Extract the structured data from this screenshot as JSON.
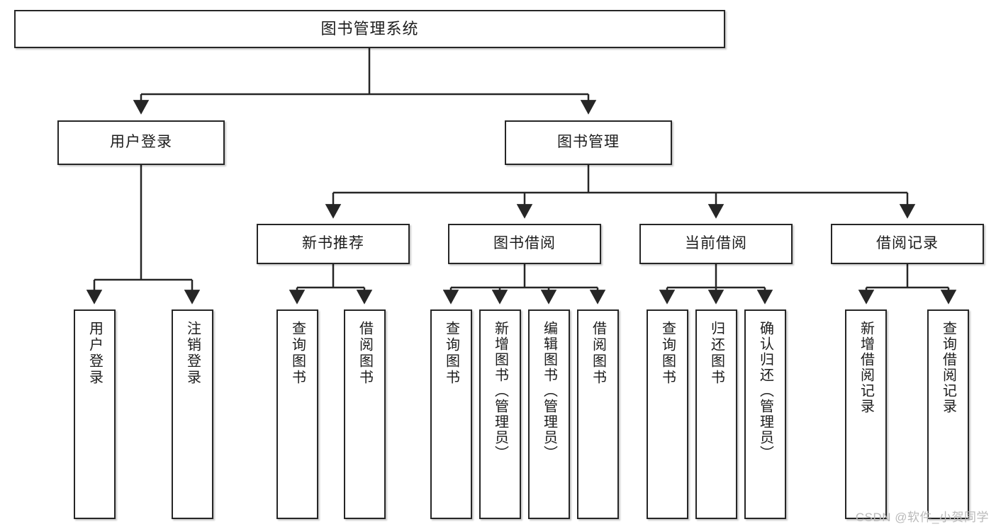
{
  "diagram": {
    "title": "图书管理系统",
    "type": "功能结构图",
    "style": {
      "box_border": "#262626",
      "box_fill": "#ffffff",
      "line": "#262626",
      "text": "#1c1c1c",
      "watermark": "#b9b9b9"
    },
    "nodes": {
      "root": {
        "label": "图书管理系统"
      },
      "level2": [
        {
          "id": "user-login",
          "label": "用户登录"
        },
        {
          "id": "book-manage",
          "label": "图书管理"
        }
      ],
      "level3": [
        {
          "id": "new-book-rec",
          "label": "新书推荐"
        },
        {
          "id": "book-borrow",
          "label": "图书借阅"
        },
        {
          "id": "current-borrow",
          "label": "当前借阅"
        },
        {
          "id": "borrow-record",
          "label": "借阅记录"
        }
      ],
      "leaves": {
        "user-login": [
          {
            "id": "leaf-user-login",
            "label": "用户登录"
          },
          {
            "id": "leaf-logout",
            "label": "注销登录"
          }
        ],
        "new-book-rec": [
          {
            "id": "leaf-query-book-1",
            "label": "查询图书"
          },
          {
            "id": "leaf-borrow-book-1",
            "label": "借阅图书"
          }
        ],
        "book-borrow": [
          {
            "id": "leaf-query-book-2",
            "label": "查询图书"
          },
          {
            "id": "leaf-add-book",
            "label": "新增图书（管理员）"
          },
          {
            "id": "leaf-edit-book",
            "label": "编辑图书（管理员）"
          },
          {
            "id": "leaf-borrow-book-2",
            "label": "借阅图书"
          }
        ],
        "current-borrow": [
          {
            "id": "leaf-query-book-3",
            "label": "查询图书"
          },
          {
            "id": "leaf-return-book",
            "label": "归还图书"
          },
          {
            "id": "leaf-confirm-return",
            "label": "确认归还（管理员）"
          }
        ],
        "borrow-record": [
          {
            "id": "leaf-add-record",
            "label": "新增借阅记录"
          },
          {
            "id": "leaf-query-record",
            "label": "查询借阅记录"
          }
        ]
      }
    },
    "watermark": "CSDN @软件_小贺同学"
  }
}
